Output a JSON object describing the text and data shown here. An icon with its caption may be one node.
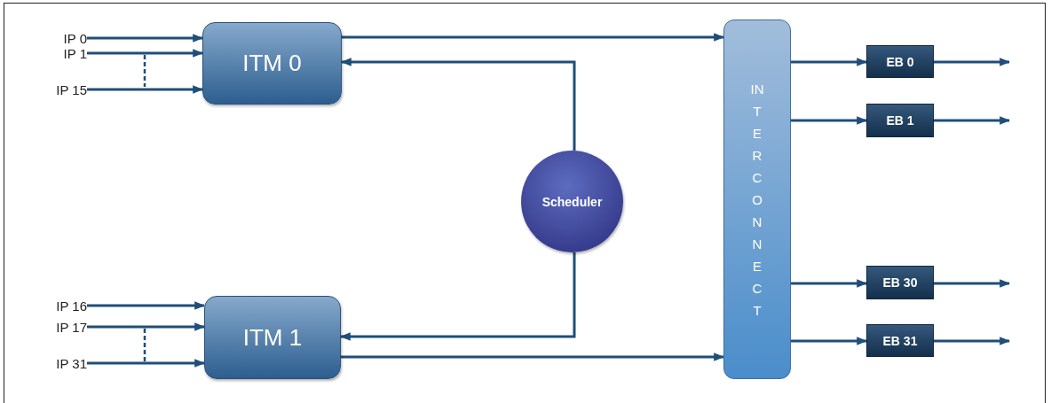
{
  "diagram": {
    "nodes": [
      {
        "text": [
          "IP 0"
        ]
      },
      {
        "text": [
          "IP 1"
        ]
      },
      {
        "text": [
          "IP 15"
        ]
      },
      {
        "text": [
          "ITM 0"
        ]
      },
      {
        "text": [
          "IP 16"
        ]
      },
      {
        "text": [
          "IP 17"
        ]
      },
      {
        "text": [
          "IP 31"
        ]
      },
      {
        "text": [
          "ITM 1"
        ]
      },
      {
        "text": [
          "Scheduler"
        ]
      },
      {
        "text": [
          "INTERCONNECT"
        ]
      },
      {
        "text": [
          "EB 0"
        ]
      },
      {
        "text": [
          "EB 1"
        ]
      },
      {
        "text": [
          "EB 30"
        ]
      },
      {
        "text": [
          "EB 31"
        ]
      }
    ],
    "edges": [
      {
        "from": 0,
        "to": 3,
        "arrow": "to"
      },
      {
        "from": 1,
        "to": 3,
        "arrow": "to"
      },
      {
        "from": 2,
        "to": 3,
        "arrow": "to"
      },
      {
        "from": 4,
        "to": 7,
        "arrow": "to"
      },
      {
        "from": 5,
        "to": 7,
        "arrow": "to"
      },
      {
        "from": 6,
        "to": 7,
        "arrow": "to"
      },
      {
        "from": 3,
        "to": 9,
        "arrow": "to"
      },
      {
        "from": 8,
        "to": 3,
        "arrow": "to"
      },
      {
        "from": 8,
        "to": 7,
        "arrow": "to"
      },
      {
        "from": 7,
        "to": 9,
        "arrow": "to"
      },
      {
        "from": 9,
        "to": 10,
        "arrow": "to"
      },
      {
        "from": 9,
        "to": 11,
        "arrow": "to"
      },
      {
        "from": 9,
        "to": 12,
        "arrow": "to"
      },
      {
        "from": 9,
        "to": 13,
        "arrow": "to"
      },
      {
        "from": 10,
        "to": null,
        "arrow": "to"
      },
      {
        "from": 11,
        "to": null,
        "arrow": "to"
      },
      {
        "from": 12,
        "to": null,
        "arrow": "to"
      },
      {
        "from": 13,
        "to": null,
        "arrow": "to"
      }
    ]
  }
}
